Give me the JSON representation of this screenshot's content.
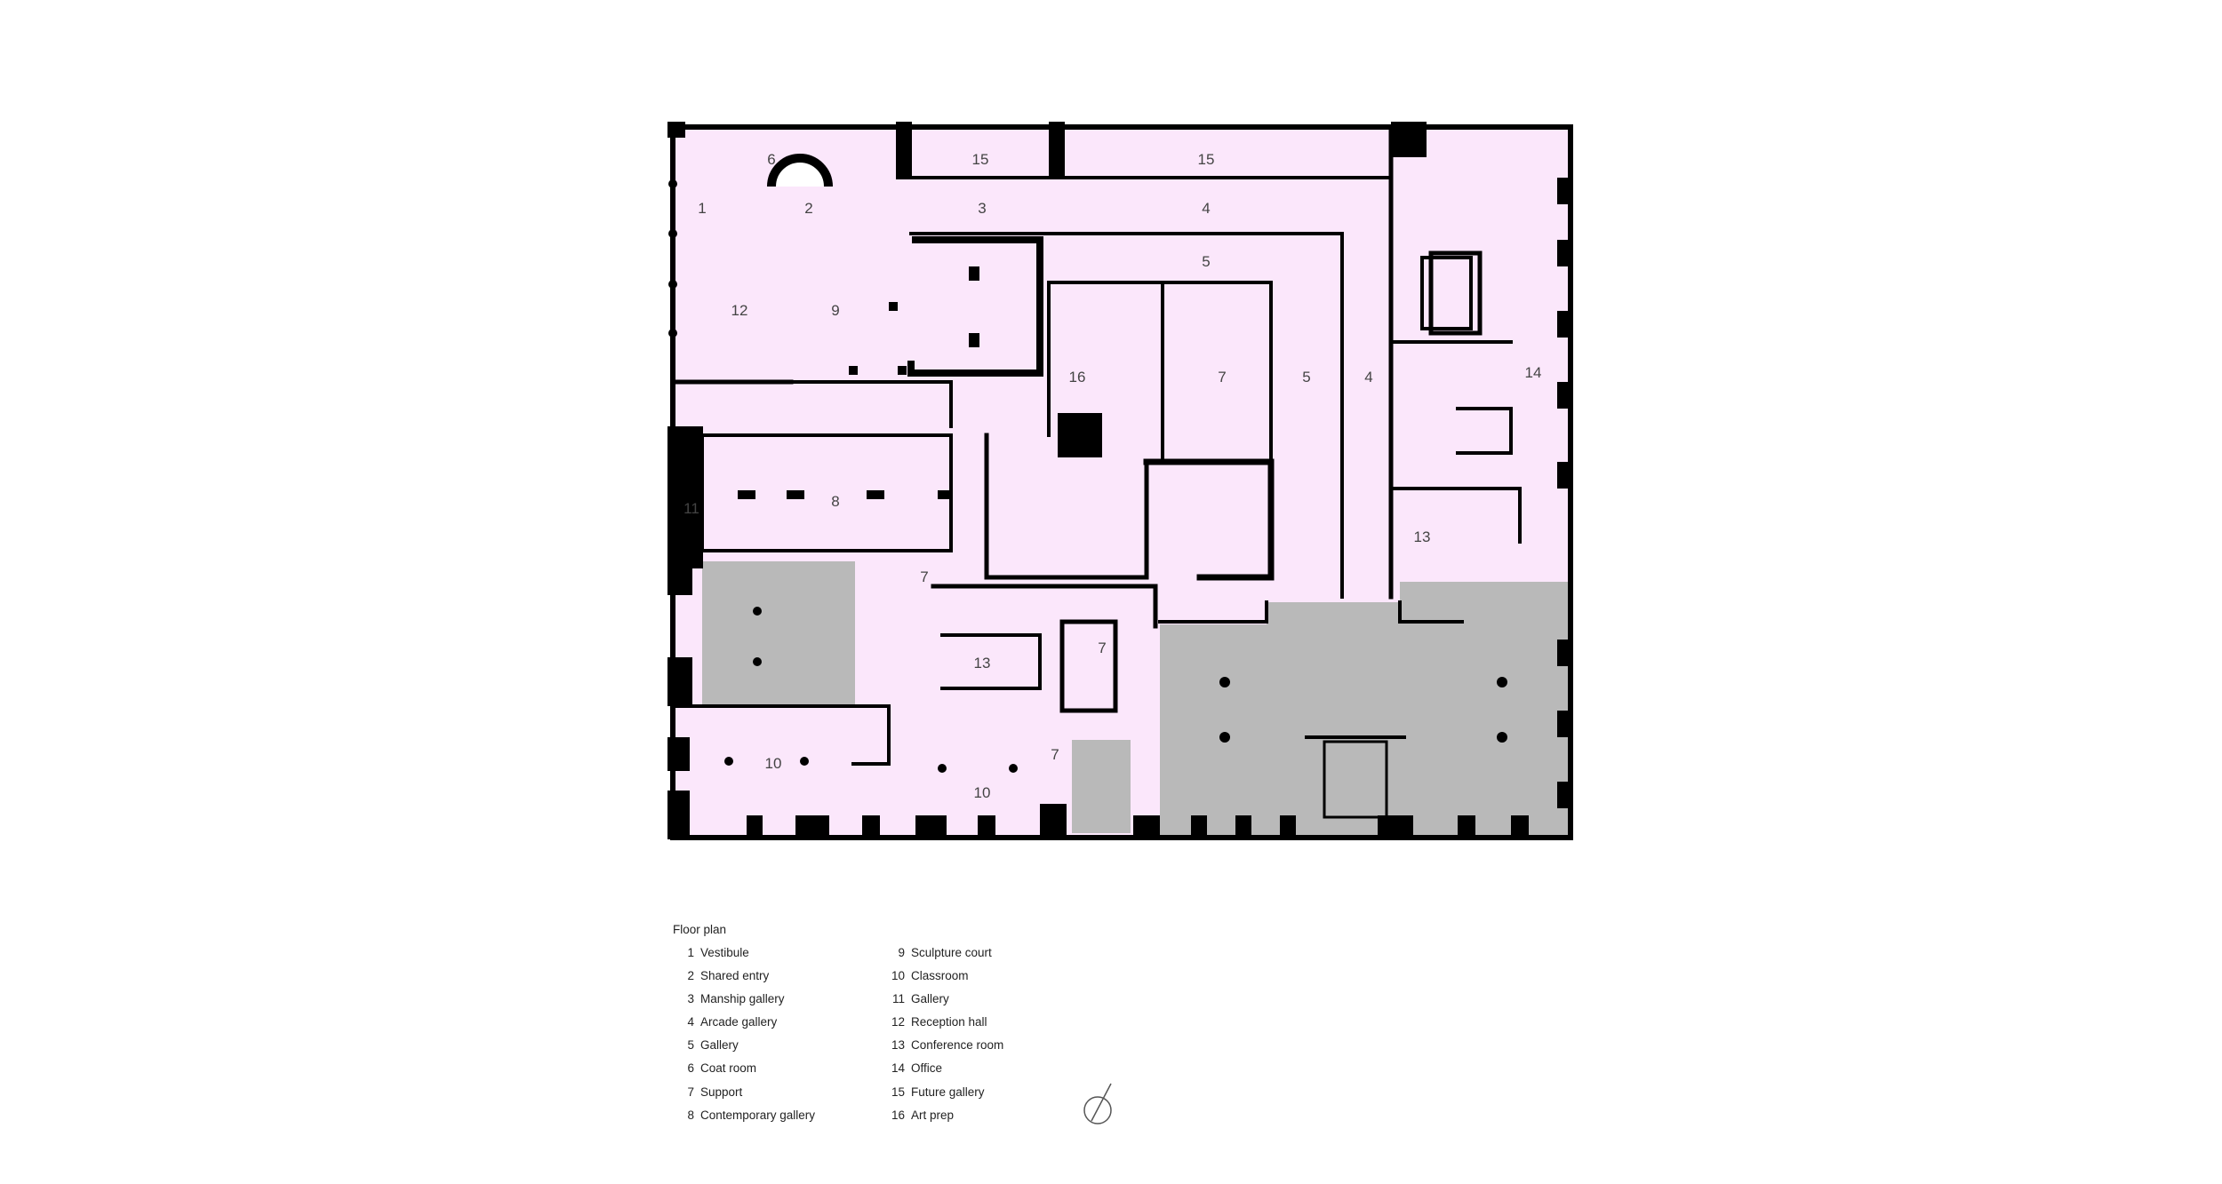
{
  "colors": {
    "room": "#fbe7fb",
    "wall": "#000000",
    "existing": "#b9b9b9",
    "label": "#444444"
  },
  "icon": "north-arrow-icon",
  "rooms": {
    "r1": "1",
    "r2": "2",
    "r3": "3",
    "r4a": "4",
    "r4b": "4",
    "r5a": "5",
    "r5b": "5",
    "r6": "6",
    "r7a": "7",
    "r7b": "7",
    "r7c": "7",
    "r7d": "7",
    "r8": "8",
    "r9": "9",
    "r10a": "10",
    "r10b": "10",
    "r11": "11",
    "r12": "12",
    "r13a": "13",
    "r13b": "13",
    "r14": "14",
    "r15a": "15",
    "r15b": "15",
    "r16": "16"
  },
  "legend": {
    "title": "Floor plan",
    "items": [
      {
        "num": "1",
        "label": "Vestibule"
      },
      {
        "num": "2",
        "label": "Shared entry"
      },
      {
        "num": "3",
        "label": "Manship gallery"
      },
      {
        "num": "4",
        "label": "Arcade gallery"
      },
      {
        "num": "5",
        "label": "Gallery"
      },
      {
        "num": "6",
        "label": "Coat room"
      },
      {
        "num": "7",
        "label": "Support"
      },
      {
        "num": "8",
        "label": "Contemporary gallery"
      },
      {
        "num": "9",
        "label": "Sculpture court"
      },
      {
        "num": "10",
        "label": "Classroom"
      },
      {
        "num": "11",
        "label": "Gallery"
      },
      {
        "num": "12",
        "label": "Reception hall"
      },
      {
        "num": "13",
        "label": "Conference room"
      },
      {
        "num": "14",
        "label": "Office"
      },
      {
        "num": "15",
        "label": "Future gallery"
      },
      {
        "num": "16",
        "label": "Art prep"
      }
    ]
  }
}
